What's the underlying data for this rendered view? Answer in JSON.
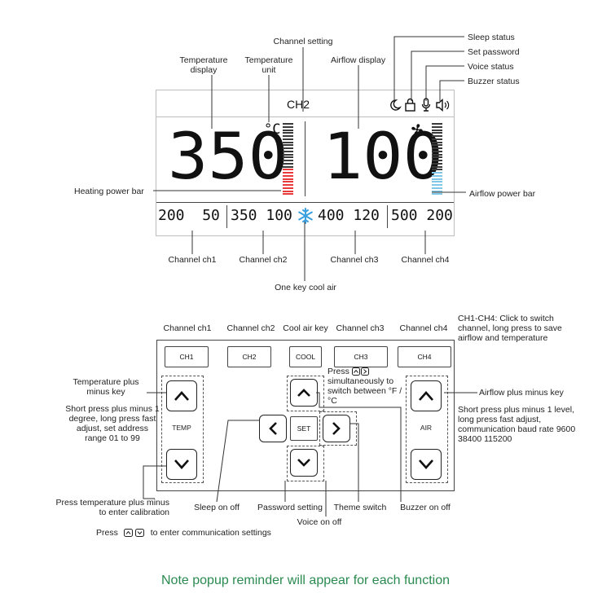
{
  "display": {
    "channel": "CH2",
    "temperature": "350",
    "temp_unit": "°C",
    "airflow": "100",
    "heating_power_level": 0.38,
    "airflow_power_level": 0.35,
    "channels": [
      {
        "temp": "200",
        "air": "50"
      },
      {
        "temp": "350",
        "air": "100"
      },
      {
        "temp": "400",
        "air": "120"
      },
      {
        "temp": "500",
        "air": "200"
      }
    ],
    "accent_red": "#e83a3a",
    "accent_blue": "#7fc8ea",
    "cool_icon_color": "#3aa0e0"
  },
  "labels": {
    "channel_setting": "Channel setting",
    "sleep_status": "Sleep status",
    "set_password": "Set password",
    "voice_status": "Voice status",
    "buzzer_status": "Buzzer status",
    "temperature_display": "Temperature display",
    "temperature_unit": "Temperature unit",
    "airflow_display": "Airflow display",
    "heating_power_bar": "Heating power bar",
    "airflow_power_bar": "Airflow power bar",
    "channel_ch1": "Channel ch1",
    "channel_ch2": "Channel ch2",
    "channel_ch3": "Channel ch3",
    "channel_ch4": "Channel ch4",
    "one_key_cool_air": "One key cool air"
  },
  "keypad": {
    "keys": [
      "CH1",
      "CH2",
      "COOL",
      "CH3",
      "CH4"
    ],
    "top_labels": [
      "Channel ch1",
      "Channel ch2",
      "Cool air key",
      "Channel ch3",
      "Channel ch4"
    ],
    "ch_note": "CH1-CH4: Click to switch channel, long press to save airflow and temperature",
    "temp_key_label": "TEMP",
    "air_key_label": "AIR",
    "set_key_label": "SET",
    "temp_plus_minus": "Temperature plus minus key",
    "temp_short_press": "Short press plus minus 1 degree, long press fast adjust, set address range 01 to 99",
    "press_temp_calib": "Press temperature plus minus to enter calibration",
    "press_unit_1": "Press",
    "press_unit_2": "simultaneously to switch between °F / °C",
    "airflow_plus_minus": "Airflow plus minus key",
    "air_short_press": "Short press plus minus 1 level, long press fast adjust, communication baud rate 9600 38400 115200",
    "sleep_on_off": "Sleep on off",
    "password_setting": "Password setting",
    "theme_switch": "Theme switch",
    "buzzer_on_off": "Buzzer on off",
    "voice_on_off": "Voice on off",
    "comm_press": "Press",
    "comm_settings": "to enter communication settings"
  },
  "note": "Note popup reminder will appear for each function"
}
